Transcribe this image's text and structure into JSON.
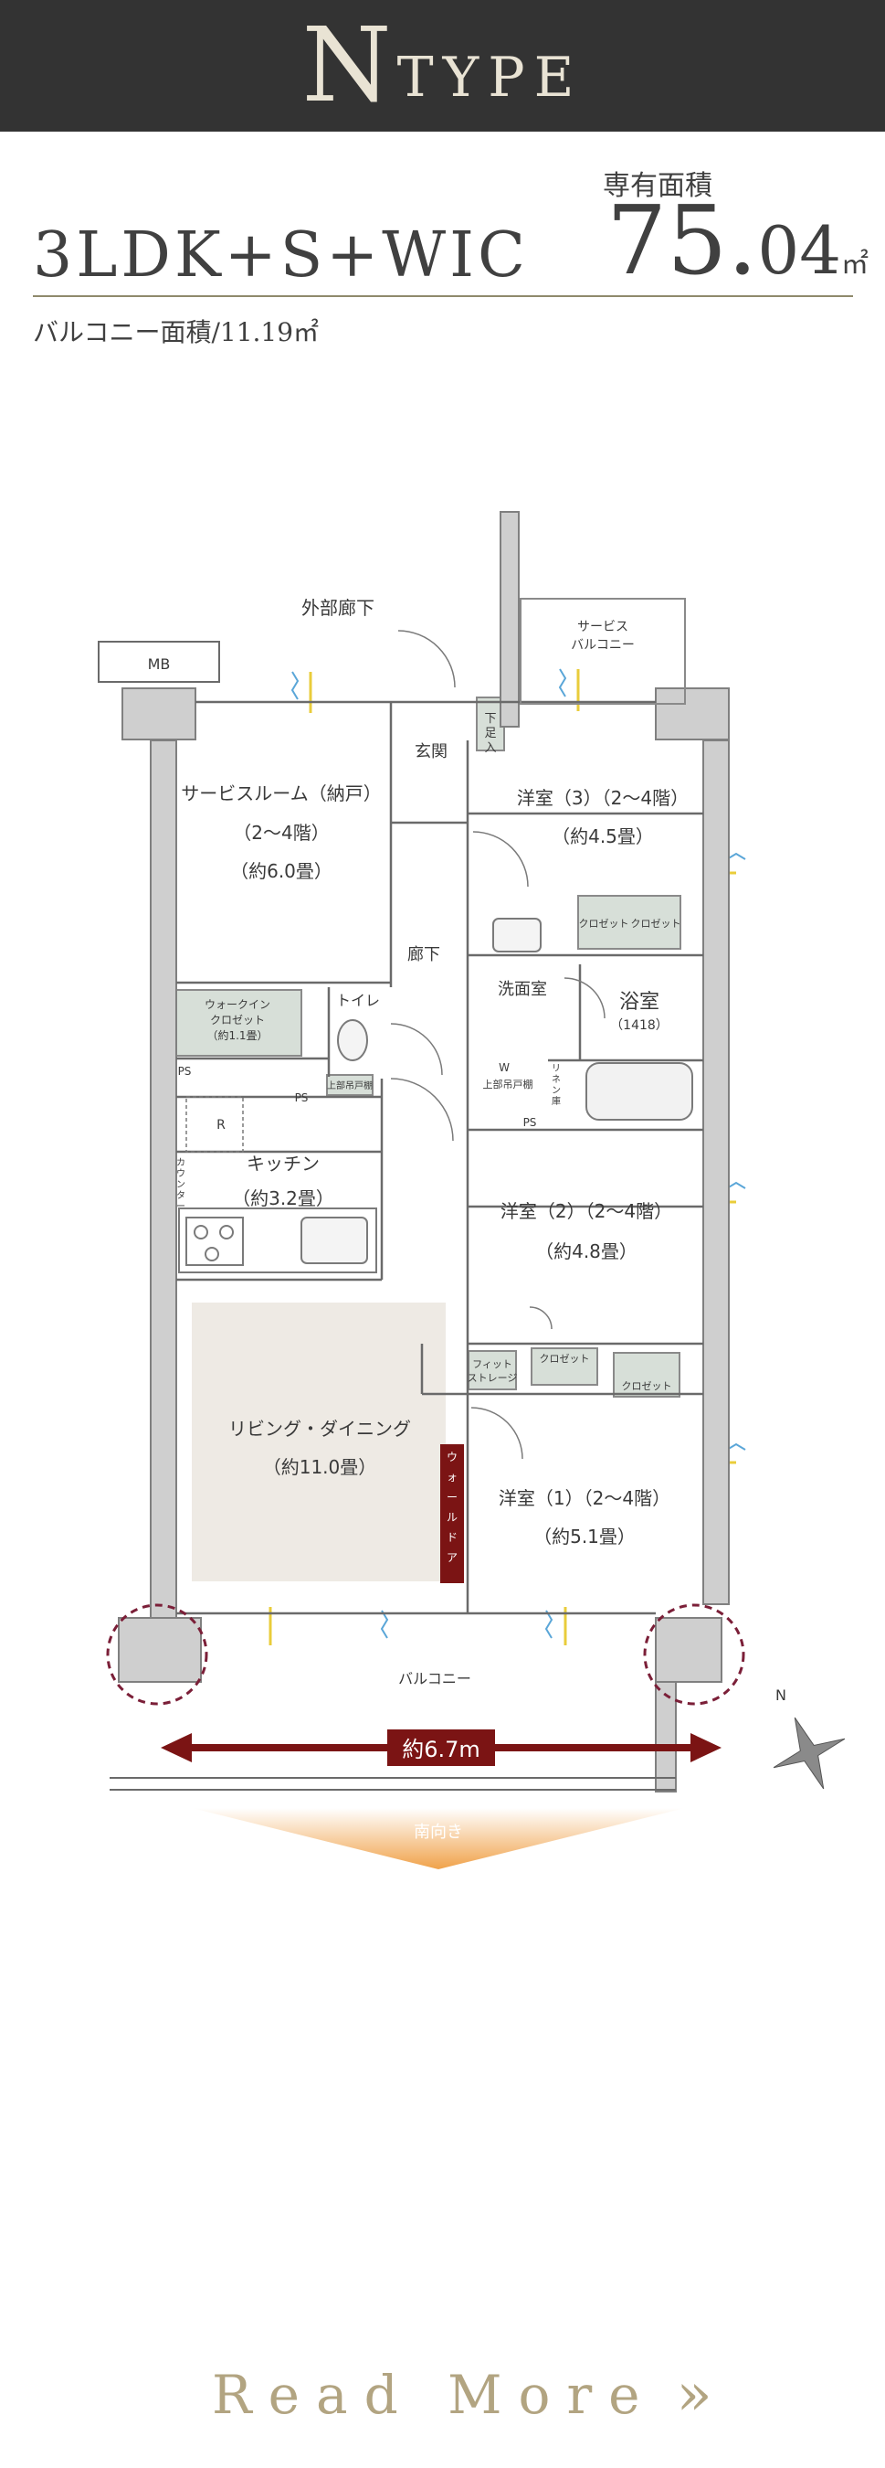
{
  "header": {
    "type_letter": "N",
    "type_word": "TYPE"
  },
  "summary": {
    "plan_type": "3LDK+S+WIC",
    "area_label": "専有面積",
    "area_int": "75.",
    "area_dec": "04",
    "area_unit": "㎡",
    "balcony_area": "バルコニー面積/11.19㎡"
  },
  "floorplan": {
    "outer_corridor": "外部廊下",
    "mb": "MB",
    "service_balcony": [
      "サービス",
      "バルコニー"
    ],
    "entrance": "玄関",
    "shoe_cabinet": [
      "下",
      "足",
      "入"
    ],
    "service_room": [
      "サービスルーム（納戸）",
      "（2〜4階）",
      "（約6.0畳）"
    ],
    "western3": [
      "洋室（3）（2〜4階）",
      "（約4.5畳）"
    ],
    "closet": "クロゼット",
    "hallway": "廊下",
    "washroom": "洗面室",
    "bath": "浴室",
    "bath_size": "（1418）",
    "linen": [
      "リ",
      "ネ",
      "ン",
      "庫"
    ],
    "wic": [
      "ウォークイン",
      "クロゼット",
      "（約1.1畳）"
    ],
    "toilet": "トイレ",
    "ps": "PS",
    "upper_cabinet": "上部吊戸棚",
    "upper_cabinet_w": "W",
    "refrigerator": "R",
    "counter": [
      "カ",
      "ウ",
      "ン",
      "タ",
      "ー"
    ],
    "kitchen": [
      "キッチン",
      "（約3.2畳）"
    ],
    "western2": [
      "洋室（2）（2〜4階）",
      "（約4.8畳）"
    ],
    "fit_storage": [
      "フィット",
      "ストレージ"
    ],
    "living": [
      "リビング・ダイニング",
      "（約11.0畳）"
    ],
    "wall_door": [
      "ウ",
      "ォ",
      "ー",
      "ル",
      "ド",
      "ア"
    ],
    "western1": [
      "洋室（1）（2〜4階）",
      "（約5.1畳）"
    ],
    "balcony": "バルコニー",
    "width": "約6.7m",
    "compass": "N",
    "south": "南向き"
  },
  "colors": {
    "header_bg": "#333333",
    "accent_dark_red": "#7b1414",
    "gold": "#b2a481",
    "storage_green": "#d7dfd8",
    "living_beige": "#eeeae4",
    "arrow_orange": "#f0a24a"
  },
  "read_more": {
    "label": "Read More",
    "icon": "double-chevron-right-icon"
  }
}
